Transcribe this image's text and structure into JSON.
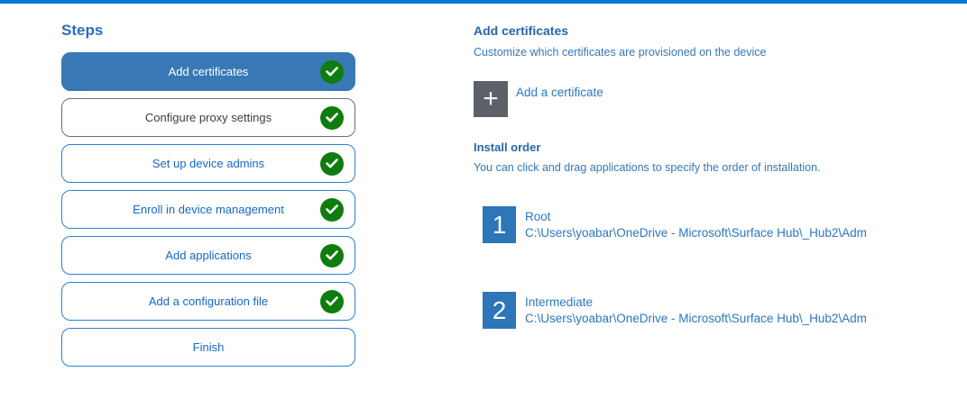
{
  "colors": {
    "top_bar": "#0078d7",
    "active_step_bg": "#3778b5",
    "completed_check_green": "#0e7d0e",
    "step_border_blue": "#2b80d5",
    "step_text_blue": "#1568c8",
    "gray_step_border": "#6e6e6e",
    "gray_step_text": "#3d3d3d",
    "heading_blue": "#2766ad",
    "body_blue": "#3577bd",
    "add_square_gray": "#5b6166",
    "order_square_blue": "#2d76b8"
  },
  "steps": {
    "title": "Steps",
    "items": [
      {
        "label": "Add certificates",
        "completed": true,
        "state": "active"
      },
      {
        "label": "Configure proxy settings",
        "completed": true,
        "state": "gray"
      },
      {
        "label": "Set up device admins",
        "completed": true,
        "state": "default"
      },
      {
        "label": "Enroll in device management",
        "completed": true,
        "state": "default"
      },
      {
        "label": "Add applications",
        "completed": true,
        "state": "default"
      },
      {
        "label": "Add a configuration file",
        "completed": true,
        "state": "default"
      },
      {
        "label": "Finish",
        "completed": false,
        "state": "default"
      }
    ]
  },
  "content": {
    "heading": "Add certificates",
    "description": "Customize which certificates are provisioned on the device",
    "add_certificate": {
      "label": "Add a certificate",
      "icon": "plus-icon"
    },
    "install_order": {
      "heading": "Install order",
      "description": "You can click and drag applications to specify the order of installation.",
      "items": [
        {
          "order": "1",
          "name": "Root",
          "path": "C:\\Users\\yoabar\\OneDrive - Microsoft\\Surface Hub\\_Hub2\\Adm"
        },
        {
          "order": "2",
          "name": "Intermediate",
          "path": "C:\\Users\\yoabar\\OneDrive - Microsoft\\Surface Hub\\_Hub2\\Adm"
        }
      ]
    }
  }
}
